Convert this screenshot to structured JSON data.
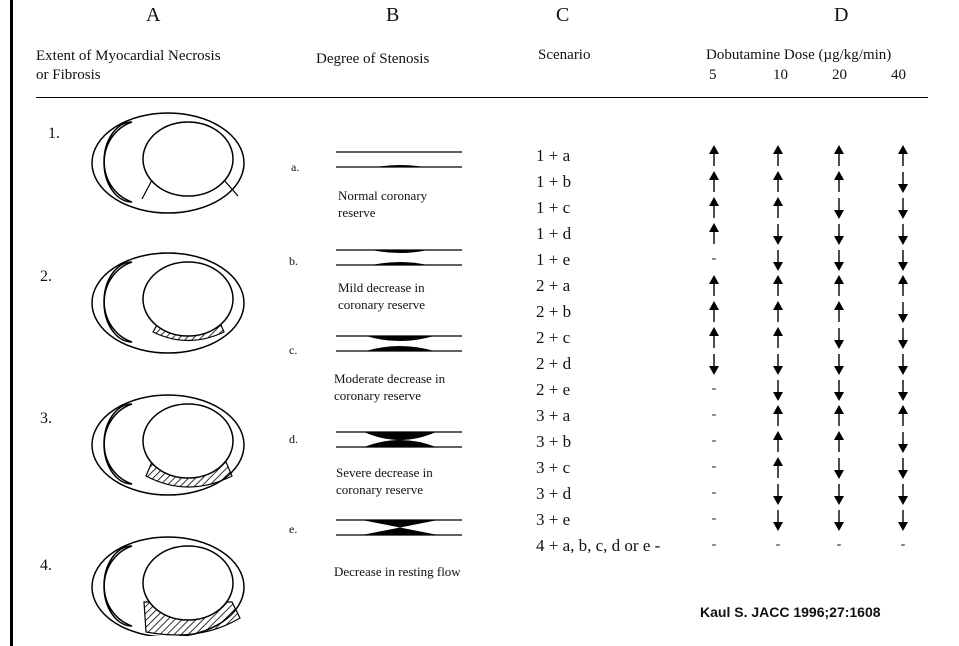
{
  "columns": {
    "a": {
      "letter": "A",
      "header_line1": "Extent of Myocardial Necrosis",
      "header_line2": "or Fibrosis"
    },
    "b": {
      "letter": "B",
      "header": "Degree of Stenosis"
    },
    "c": {
      "letter": "C",
      "header": "Scenario"
    },
    "d": {
      "letter": "D",
      "header": "Dobutamine Dose (µg/kg/min)",
      "doses": [
        "5",
        "10",
        "20",
        "40"
      ]
    }
  },
  "necrosis_rows": [
    {
      "number": "1.",
      "shading": "none"
    },
    {
      "number": "2.",
      "shading": "thin"
    },
    {
      "number": "3.",
      "shading": "moderate"
    },
    {
      "number": "4.",
      "shading": "extensive"
    }
  ],
  "stenoses": [
    {
      "letter": "a.",
      "label_line1": "Normal coronary",
      "label_line2": "reserve",
      "severity": 1
    },
    {
      "letter": "b.",
      "label_line1": "Mild decrease in",
      "label_line2": "coronary reserve",
      "severity": 2
    },
    {
      "letter": "c.",
      "label_line1": "Moderate decrease in",
      "label_line2": "coronary reserve",
      "severity": 3
    },
    {
      "letter": "d.",
      "label_line1": "Severe decrease in",
      "label_line2": "coronary reserve",
      "severity": 4
    },
    {
      "letter": "e.",
      "label_line1": "Decrease in resting flow",
      "label_line2": "",
      "severity": 5
    }
  ],
  "scenarios": [
    {
      "label": "1 + a",
      "responses": [
        "up",
        "up",
        "up",
        "up"
      ]
    },
    {
      "label": "1 + b",
      "responses": [
        "up",
        "up",
        "up",
        "down"
      ]
    },
    {
      "label": "1 + c",
      "responses": [
        "up",
        "up",
        "down",
        "down"
      ]
    },
    {
      "label": "1 + d",
      "responses": [
        "up",
        "down",
        "down",
        "down"
      ]
    },
    {
      "label": "1 + e",
      "responses": [
        "none",
        "down",
        "down",
        "down"
      ]
    },
    {
      "label": "2 + a",
      "responses": [
        "up",
        "up",
        "up",
        "up"
      ]
    },
    {
      "label": "2 + b",
      "responses": [
        "up",
        "up",
        "up",
        "down"
      ]
    },
    {
      "label": "2 + c",
      "responses": [
        "up",
        "up",
        "down",
        "down"
      ]
    },
    {
      "label": "2 + d",
      "responses": [
        "down",
        "down",
        "down",
        "down"
      ]
    },
    {
      "label": "2 + e",
      "responses": [
        "none",
        "down",
        "down",
        "down"
      ]
    },
    {
      "label": "3 + a",
      "responses": [
        "none",
        "up",
        "up",
        "up"
      ]
    },
    {
      "label": "3 + b",
      "responses": [
        "none",
        "up",
        "up",
        "down"
      ]
    },
    {
      "label": "3 + c",
      "responses": [
        "none",
        "up",
        "down",
        "down"
      ]
    },
    {
      "label": "3 + d",
      "responses": [
        "none",
        "down",
        "down",
        "down"
      ]
    },
    {
      "label": "3 + e",
      "responses": [
        "none",
        "down",
        "down",
        "down"
      ]
    },
    {
      "label": "4 + a, b, c, d or e -",
      "responses": [
        "none",
        "none",
        "none",
        "none"
      ]
    }
  ],
  "citation": "Kaul S.  JACC 1996;27:1608"
}
